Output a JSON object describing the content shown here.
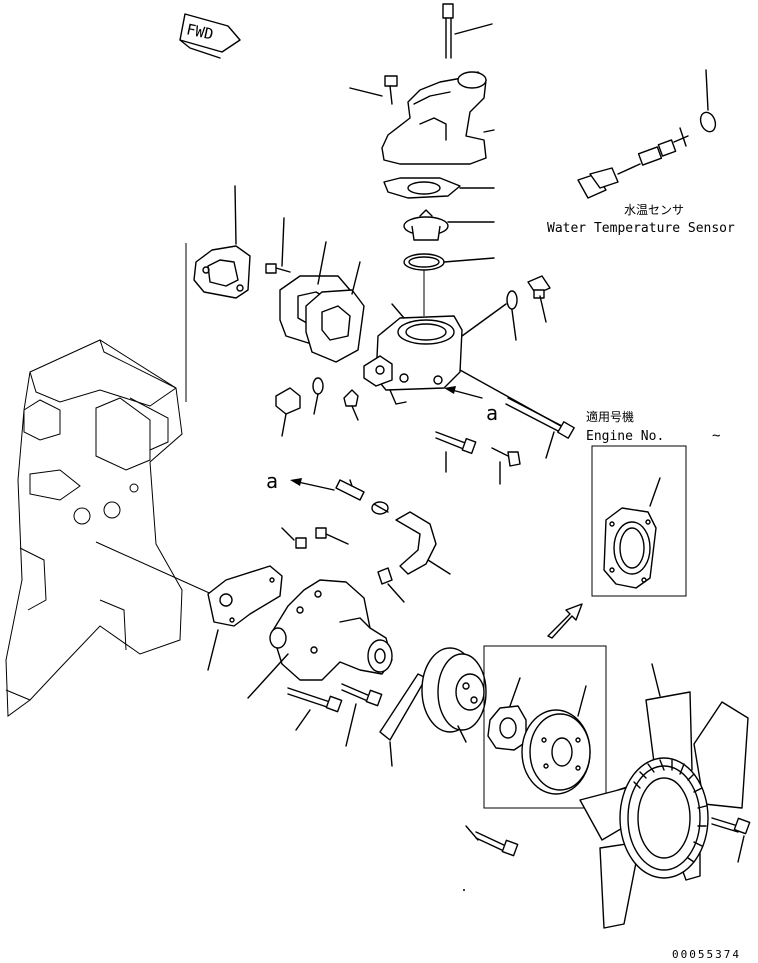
{
  "orientation_label": "FWD",
  "reference_marks": {
    "upper": "a",
    "lower": "a"
  },
  "sensor": {
    "label_jp": "水温センサ",
    "label_en": "Water Temperature Sensor"
  },
  "engine_no": {
    "label_jp": "適用号機",
    "label_en": "Engine No.",
    "range": "~"
  },
  "drawing_number": "00055374"
}
